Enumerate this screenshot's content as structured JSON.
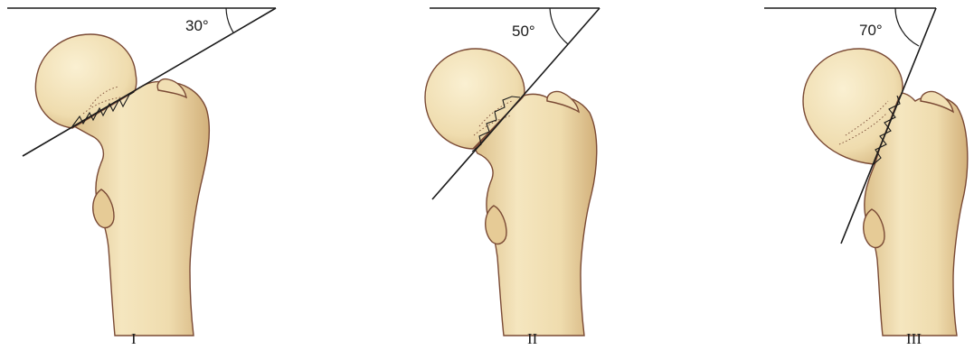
{
  "panels": [
    {
      "angle_label": "30°",
      "caption": "I"
    },
    {
      "angle_label": "50°",
      "caption": "II"
    },
    {
      "angle_label": "70°",
      "caption": "III"
    }
  ],
  "colors": {
    "bone_fill": "#efdcae",
    "bone_shadow": "#dcc08a",
    "bone_outline": "#7a4a35",
    "line": "#1a1a1a"
  }
}
